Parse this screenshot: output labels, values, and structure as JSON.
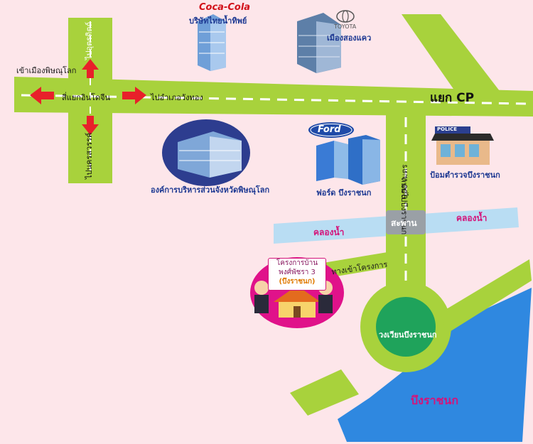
{
  "roads": {
    "intersection_label": "สี่แยกอินโดจีน",
    "to_city_label": "เข้าเมืองพิษณุโลก",
    "to_uttaradit_label": "ไปอุตรดิตถ์",
    "to_nakhonsawan_label": "ไปนครสวรรค์",
    "to_wangthong_label": "ไปอำเภอวังทอง",
    "cp_junction_label": "แยก CP",
    "distance_label": "900 เมตร",
    "to_bueng_label": "ถนนไปบึงราชนก",
    "project_entrance_label": "ทางเข้าโครงการ"
  },
  "landmarks": {
    "coca_cola_brand": "Coca-Cola",
    "coca_cola_label": "บริษัทไทยน้ำทิพย์",
    "toyota_brand": "TOYOTA",
    "toyota_label": "เมืองสองแคว",
    "provincial_admin_label": "องค์การบริหารส่วนจังหวัดพิษณุโลก",
    "ford_brand": "Ford",
    "ford_label": "ฟอร์ด บึงราชนก",
    "police_sign": "POLICE",
    "police_label": "ป้อมตำรวจบึงราชนก"
  },
  "water": {
    "canal_left": "คลองน้ำ",
    "canal_right": "คลองน้ำ",
    "bridge_label": "สะพาน",
    "roundabout_label": "วงเวียนบึงราชนก",
    "lake_label": "บึงราชนก"
  },
  "project": {
    "line1": "โครงการบ้าน",
    "line2": "พงศ์พัชรา 3",
    "line3": "(บึงราชนก)"
  },
  "colors": {
    "road": "#a8d23c",
    "background": "#fde6ea",
    "water": "#b9ddf3",
    "lake": "#2f88e0",
    "roundabout": "#1fa35b",
    "arrow": "#e8202a",
    "project_circle": "#e0128a",
    "label_accent": "#d4147a"
  }
}
